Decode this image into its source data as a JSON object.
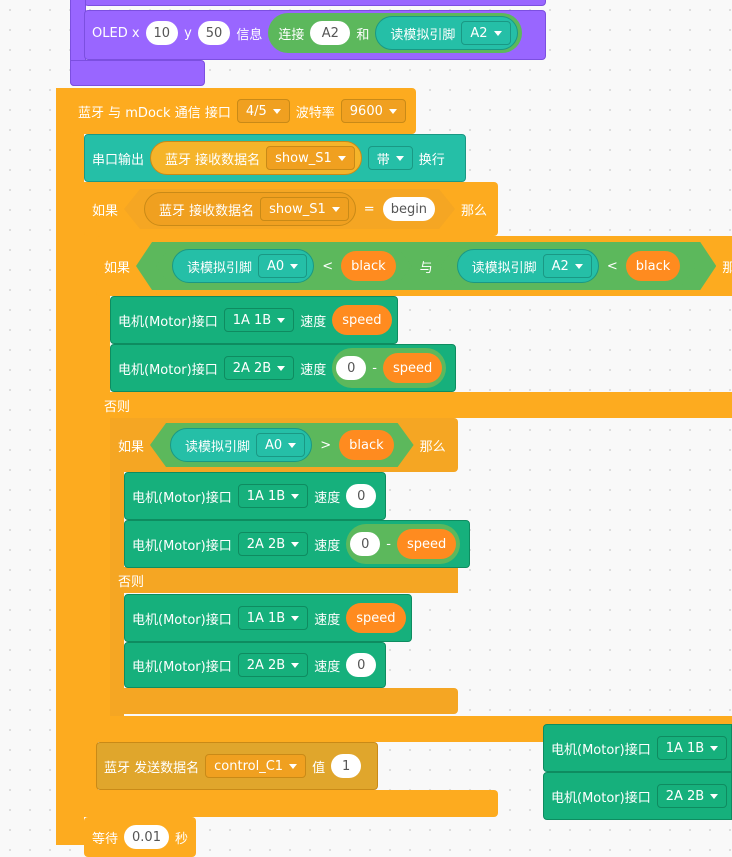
{
  "oled": {
    "label_x": "OLED x",
    "x": "10",
    "label_y": "y",
    "y": "50",
    "label_info": "信息",
    "connect": "连接",
    "connect_value": "A2",
    "and": "和",
    "read_analog": "读模拟引脚",
    "pin": "A2"
  },
  "bluetooth_setup": {
    "prefix": "蓝牙 与 mDock 通信 接口",
    "port": "4/5",
    "baud_label": "波特率",
    "baud": "9600"
  },
  "serial": {
    "label": "串口输出",
    "bt_receive": "蓝牙 接收数据名",
    "name": "show_S1",
    "mode": "带",
    "newline": "换行"
  },
  "if1": {
    "if": "如果",
    "bt_receive": "蓝牙 接收数据名",
    "name": "show_S1",
    "eq": "=",
    "value": "begin",
    "then": "那么"
  },
  "if2": {
    "if": "如果",
    "read1": "读模拟引脚",
    "pin1": "A0",
    "lt1": "<",
    "var1": "black",
    "and": "与",
    "read2": "读模拟引脚",
    "pin2": "A2",
    "lt2": "<",
    "var2": "black",
    "then": "那"
  },
  "motors_a": [
    {
      "label": "电机(Motor)接口",
      "port": "1A 1B",
      "speed_label": "速度",
      "speed": "speed"
    },
    {
      "label": "电机(Motor)接口",
      "port": "2A 2B",
      "speed_label": "速度",
      "num": "0",
      "minus": "-",
      "var": "speed"
    }
  ],
  "else1": "否则",
  "if3": {
    "if": "如果",
    "read": "读模拟引脚",
    "pin": "A0",
    "gt": ">",
    "var": "black",
    "then": "那么"
  },
  "motors_b": [
    {
      "label": "电机(Motor)接口",
      "port": "1A 1B",
      "speed_label": "速度",
      "speed": "0"
    },
    {
      "label": "电机(Motor)接口",
      "port": "2A 2B",
      "speed_label": "速度",
      "num": "0",
      "minus": "-",
      "var": "speed"
    }
  ],
  "else2": "否则",
  "motors_c": [
    {
      "label": "电机(Motor)接口",
      "port": "1A 1B",
      "speed_label": "速度",
      "speed": "speed"
    },
    {
      "label": "电机(Motor)接口",
      "port": "2A 2B",
      "speed_label": "速度",
      "speed": "0"
    }
  ],
  "bt_send": {
    "label": "蓝牙 发送数据名",
    "name": "control_C1",
    "value_label": "值",
    "value": "1"
  },
  "motors_right": [
    {
      "label": "电机(Motor)接口",
      "port": "1A 1B"
    },
    {
      "label": "电机(Motor)接口",
      "port": "2A 2B"
    }
  ],
  "wait": {
    "label": "等待",
    "value": "0.01",
    "unit": "秒"
  }
}
